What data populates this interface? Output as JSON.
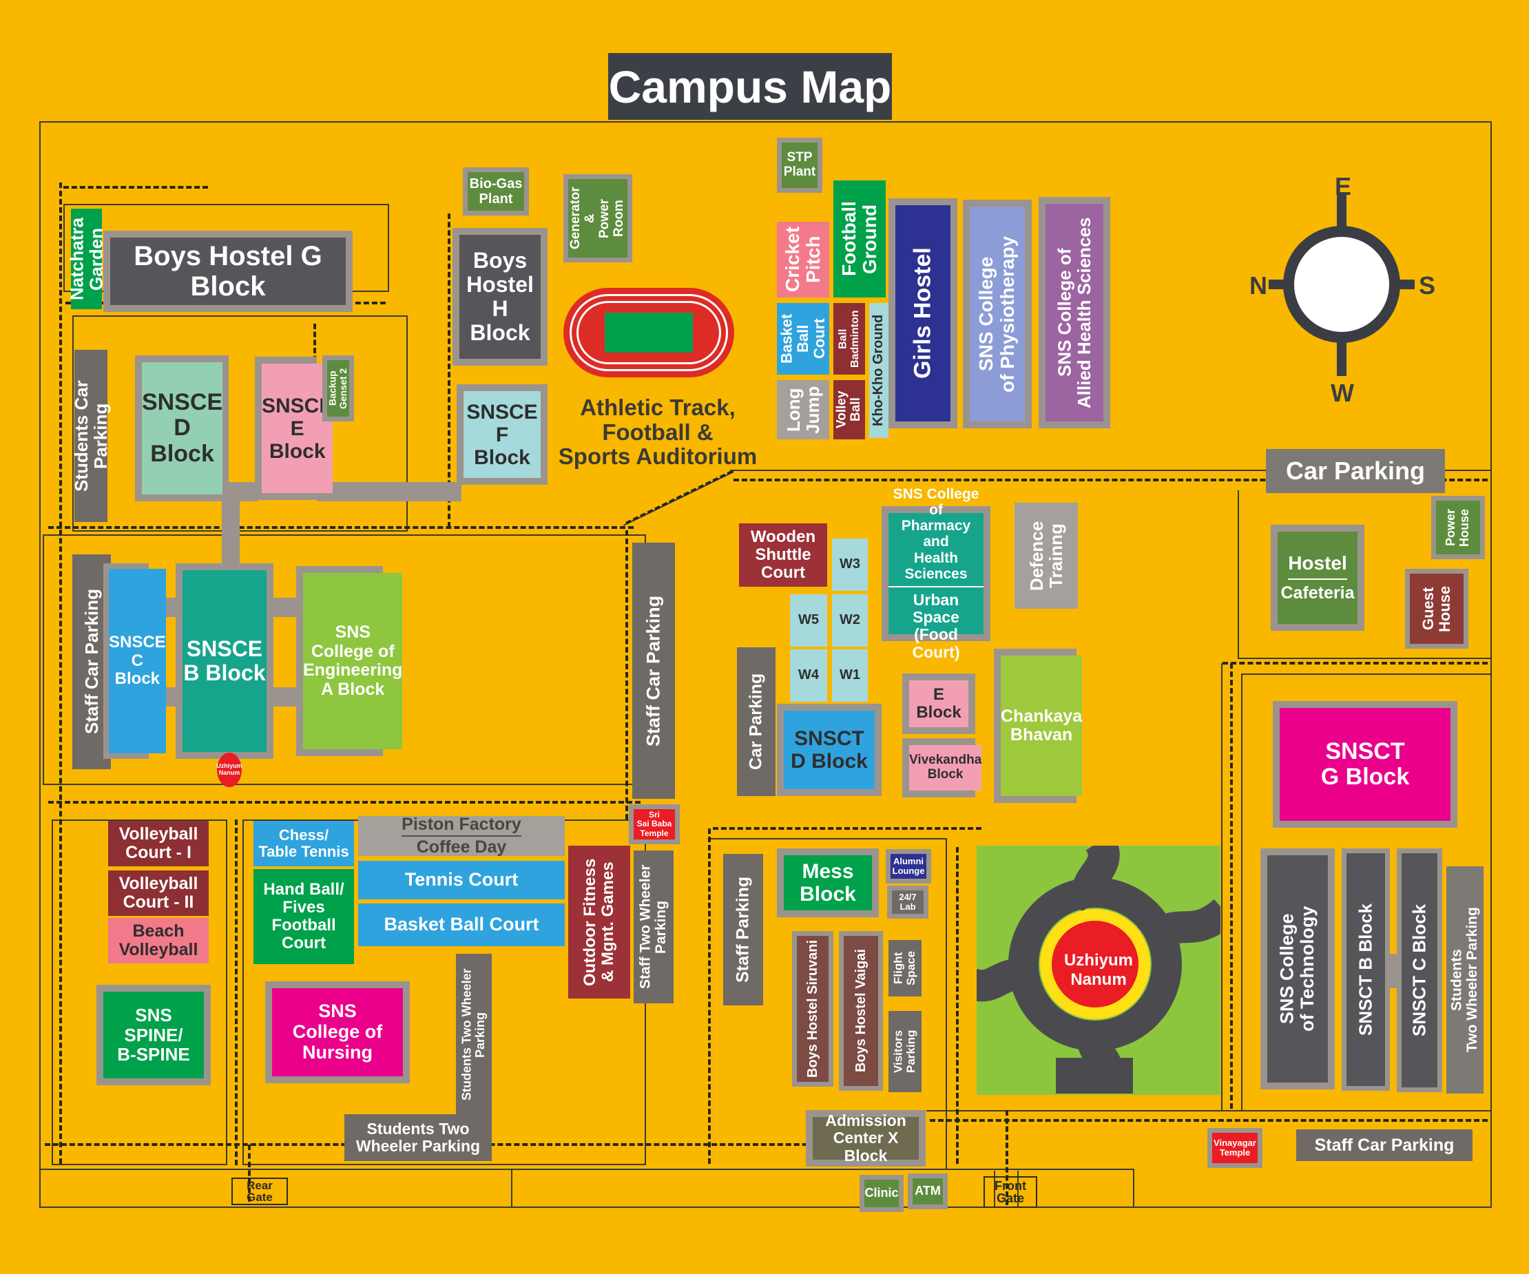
{
  "title": "Campus Map",
  "compass": {
    "top": "E",
    "left": "N",
    "right": "S",
    "bottom": "W"
  },
  "palette": {
    "background": "#F9B700",
    "slab_dark": "#55555A",
    "stub_gray": "#9B948E",
    "parking_gray": "#6F6A66",
    "label_gray": "#7D7975",
    "light_gray": "#A5A09B",
    "green": "#00A14B",
    "olive_green": "#5E8C3E",
    "teal": "#16A58C",
    "mint": "#93CFB1",
    "pink": "#F29FB4",
    "light_cyan": "#A5D9DB",
    "blue": "#2FA3DE",
    "navy": "#2D3192",
    "periwinkle": "#8C9CD6",
    "mauve": "#9C64A0",
    "maroon": "#8E2F33",
    "wood_red": "#9C3138",
    "salmon": "#F27A8A",
    "lime_green": "#8EC63F",
    "magenta": "#EB008B",
    "hostel_brown": "#7B4B44",
    "red": "#EA1C24",
    "olive_x": "#6F6B51",
    "road_dark": "#4B4B4F",
    "ring_yellow": "#FFE014",
    "track_red": "#DD2C25"
  },
  "blocks": {
    "natchatra": "Natchatra\nGarden",
    "boys_hostel_g": "Boys Hostel G Block",
    "students_car_parking": "Students Car Parking",
    "snsce_d": "SNSCE\nD\nBlock",
    "snsce_e": "SNSCE\nE\nBlock",
    "backup_genset": "Backup\nGenset 2",
    "bio_gas": "Bio-Gas\nPlant",
    "boys_hostel_h": "Boys\nHostel\nH\nBlock",
    "generator": "Generator\n&\nPower\nRoom",
    "snsce_f": "SNSCE\nF\nBlock",
    "stp_plant": "STP\nPlant",
    "track_label": "Athletic Track,\nFootball &\nSports Auditorium",
    "cricket_pitch": "Cricket\nPitch",
    "football_ground": "Football\nGround",
    "basket_ball_court_n": "Basket\nBall\nCourt",
    "ball_badminton": "Ball\nBadminton",
    "kho_kho": "Kho-Kho Ground",
    "long_jump": "Long\nJump",
    "volley_ball": "Volley\nBall",
    "girls_hostel": "Girls Hostel",
    "physiotherapy": "SNS College\nof Physiotherapy",
    "allied_health": "SNS College of\nAllied Health Sciences",
    "car_parking_label": "Car Parking",
    "wooden_shuttle": "Wooden\nShuttle\nCourt",
    "w3": "W3",
    "w5": "W5",
    "w2": "W2",
    "w4": "W4",
    "w1": "W1",
    "pharmacy_top": "SNS College of\nPharmacy and\nHealth Sciences",
    "pharmacy_bottom": "Urban Space\n(Food Court)",
    "defence": "Defence\nTrainng",
    "hostel": "Hostel",
    "cafeteria": "Cafeteria",
    "power_house": "Power\nHouse",
    "guest_house": "Guest\nHouse",
    "car_parking_v": "Car Parking",
    "staff_car_parking_mid": "Staff Car Parking",
    "e_block": "E\nBlock",
    "vivekandha": "Vivekandha\nBlock",
    "chankaya": "Chankaya\nBhavan",
    "snsct_d": "SNSCT\nD Block",
    "snsct_g": "SNSCT\nG Block",
    "uzhiyum_mini": "Uzhiyum\nNanum",
    "staff_car_parking_left": "Staff Car Parking",
    "snsce_c": "SNSCE\nC\nBlock",
    "snsce_b": "SNSCE\nB Block",
    "sns_a": "SNS\nCollege of\nEngineering\nA Block",
    "volleyball_1": "Volleyball\nCourt - I",
    "volleyball_2": "Volleyball\nCourt - II",
    "beach_volleyball": "Beach\nVolleyball",
    "sns_spine": "SNS\nSPINE/\nB-SPINE",
    "chess": "Chess/\nTable Tennis",
    "handball": "Hand Ball/\nFives\nFootball\nCourt",
    "piston_top": "Piston Factory",
    "piston_bottom": "Coffee Day",
    "tennis": "Tennis Court",
    "basket_ball_court_s": "Basket Ball Court",
    "nursing": "SNS\nCollege of\nNursing",
    "outdoor_fitness": "Outdoor Fitness\n& Mgnt. Games",
    "staff_two_wheeler": "Staff  Two Wheeler\nParking",
    "sai_baba": "Sri\nSai Baba\nTemple",
    "students_2w_vertical": "Students Two Wheeler\nParking",
    "students_2w_horizontal": "Students Two\nWheeler Parking",
    "staff_parking": "Staff Parking",
    "mess_block": "Mess\nBlock",
    "alumni": "Alumni\nLounge",
    "lab247": "24/7\nLab",
    "siruvani": "Boys Hostel Siruvani",
    "vaigai": "Boys Hostel Vaigai",
    "flight_space": "Flight\nSpace",
    "visitors_parking": "Visitors\nParking",
    "admission": "Admission\nCenter X Block",
    "clinic": "Clinic",
    "atm": "ATM",
    "uzhiyum_roundabout": "Uzhiyum\nNanum",
    "vinayagar": "Vinayagar\nTemple",
    "staff_car_parking_br": "Staff Car Parking",
    "sns_technology": "SNS College\nof Technology",
    "snsct_b": "SNSCT B Block",
    "snsct_c": "SNSCT C Block",
    "students_2w_right": "Students\nTwo Wheeler Parking"
  },
  "gates": {
    "front": "Front\nGate",
    "rear": "Rear Gate"
  }
}
